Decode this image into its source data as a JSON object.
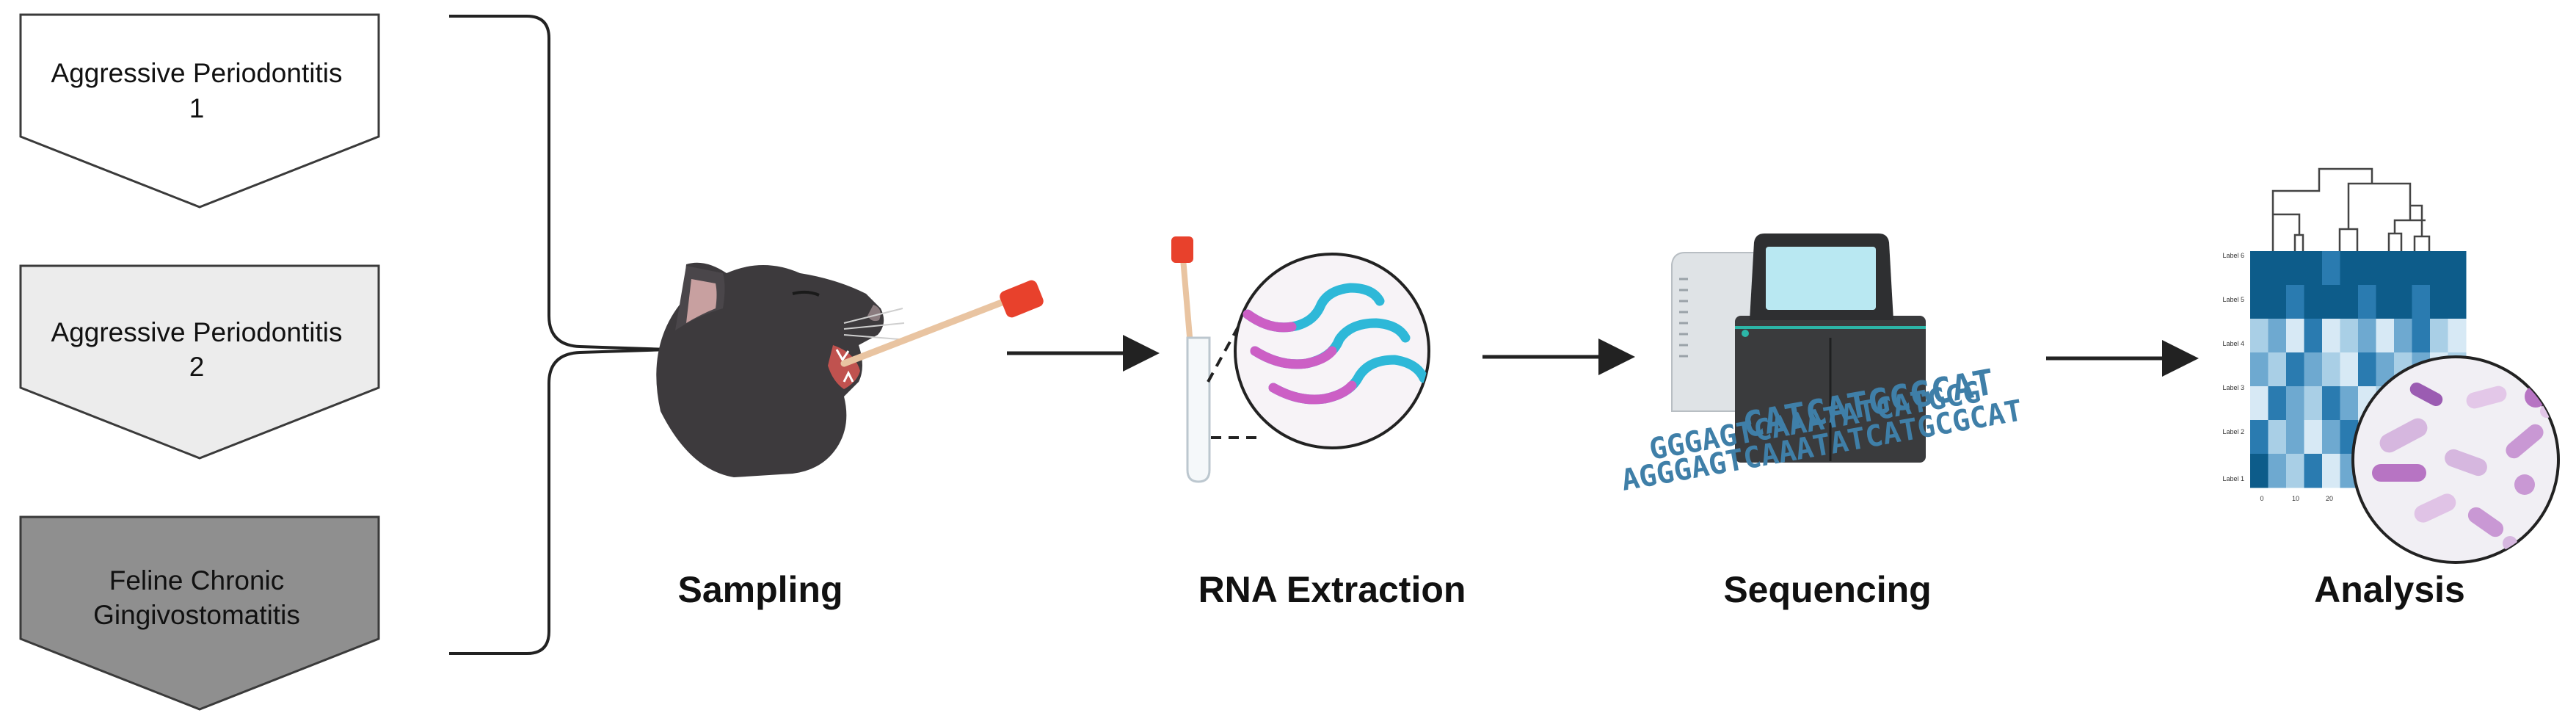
{
  "categories": [
    {
      "line1": "Aggressive Periodontitis",
      "line2": "1",
      "fill": "#ffffff"
    },
    {
      "line1": "Aggressive Periodontitis",
      "line2": "2",
      "fill": "#ececec"
    },
    {
      "line1": "Feline Chronic",
      "line2": "Gingivostomatitis",
      "fill": "#8f8f8f"
    }
  ],
  "steps": [
    {
      "label": "Sampling"
    },
    {
      "label": "RNA Extraction"
    },
    {
      "label": "Sequencing"
    },
    {
      "label": "Analysis"
    }
  ],
  "sequence_lines": [
    "CATCATGCGCAT",
    "GGGAGTCAAATATCATGCG",
    "AGGGAGTCAAATATCATGCGCAT"
  ],
  "heatmap": {
    "row_labels": [
      "Label 6",
      "Label 5",
      "Label 4",
      "Label 3",
      "Label 2",
      "Label 1"
    ],
    "x_ticks": [
      "0",
      "10",
      "20"
    ]
  },
  "colors": {
    "outline": "#222222",
    "cat": "#3d3a3d",
    "swab_tip": "#e8412c",
    "rna_pink": "#cc5fc5",
    "rna_blue": "#2eb8d8",
    "heatmap_dark": "#0d5c8a",
    "machine_dark": "#3a3b3d",
    "machine_accent": "#2cb6a8"
  }
}
